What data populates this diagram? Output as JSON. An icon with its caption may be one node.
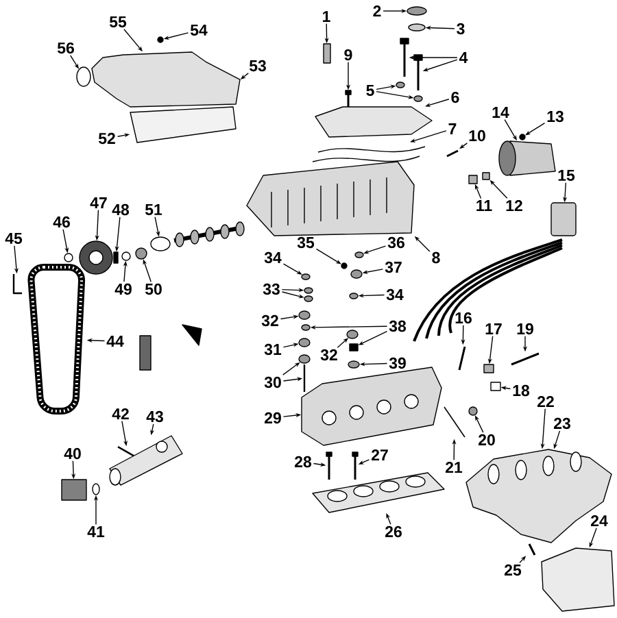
{
  "diagram": {
    "nodes": [
      {
        "text": [
          "1"
        ]
      },
      {
        "text": [
          "2"
        ]
      },
      {
        "text": [
          "3"
        ]
      },
      {
        "text": [
          "4"
        ]
      },
      {
        "text": [
          "5"
        ]
      },
      {
        "text": [
          "6"
        ]
      },
      {
        "text": [
          "7"
        ]
      },
      {
        "text": [
          "8"
        ]
      },
      {
        "text": [
          "9"
        ]
      },
      {
        "text": [
          "10"
        ]
      },
      {
        "text": [
          "11"
        ]
      },
      {
        "text": [
          "12"
        ]
      },
      {
        "text": [
          "13"
        ]
      },
      {
        "text": [
          "14"
        ]
      },
      {
        "text": [
          "15"
        ]
      },
      {
        "text": [
          "16"
        ]
      },
      {
        "text": [
          "17"
        ]
      },
      {
        "text": [
          "18"
        ]
      },
      {
        "text": [
          "19"
        ]
      },
      {
        "text": [
          "20"
        ]
      },
      {
        "text": [
          "21"
        ]
      },
      {
        "text": [
          "22"
        ]
      },
      {
        "text": [
          "23"
        ]
      },
      {
        "text": [
          "24"
        ]
      },
      {
        "text": [
          "25"
        ]
      },
      {
        "text": [
          "26"
        ]
      },
      {
        "text": [
          "27"
        ]
      },
      {
        "text": [
          "28"
        ]
      },
      {
        "text": [
          "29"
        ]
      },
      {
        "text": [
          "30"
        ]
      },
      {
        "text": [
          "31"
        ]
      },
      {
        "text": [
          "32"
        ]
      },
      {
        "text": [
          "33"
        ]
      },
      {
        "text": [
          "34"
        ]
      },
      {
        "text": [
          "35"
        ]
      },
      {
        "text": [
          "36"
        ]
      },
      {
        "text": [
          "37"
        ]
      },
      {
        "text": [
          "38"
        ]
      },
      {
        "text": [
          "39"
        ]
      },
      {
        "text": [
          "40"
        ]
      },
      {
        "text": [
          "41"
        ]
      },
      {
        "text": [
          "42"
        ]
      },
      {
        "text": [
          "43"
        ]
      },
      {
        "text": [
          "44"
        ]
      },
      {
        "text": [
          "45"
        ]
      },
      {
        "text": [
          "46"
        ]
      },
      {
        "text": [
          "47"
        ]
      },
      {
        "text": [
          "48"
        ]
      },
      {
        "text": [
          "49"
        ]
      },
      {
        "text": [
          "50"
        ]
      },
      {
        "text": [
          "51"
        ]
      },
      {
        "text": [
          "52"
        ]
      },
      {
        "text": [
          "53"
        ]
      },
      {
        "text": [
          "54"
        ]
      },
      {
        "text": [
          "55"
        ]
      },
      {
        "text": [
          "56"
        ]
      },
      {
        "text": [
          "32"
        ]
      },
      {
        "text": [
          "34"
        ]
      },
      {
        "text": [],
        "shape": "bar"
      },
      {
        "text": [],
        "shape": "circle"
      },
      {
        "text": [],
        "shape": "circle"
      },
      {
        "text": [],
        "shape": "bar"
      },
      {
        "text": [],
        "shape": "bar"
      },
      {
        "text": [],
        "shape": "circle"
      },
      {
        "text": [],
        "shape": "circle"
      },
      {
        "text": [],
        "shape": "box"
      },
      {
        "text": [],
        "shape": "box"
      },
      {
        "text": [],
        "shape": "box"
      },
      {
        "text": [],
        "shape": "bar"
      },
      {
        "text": [],
        "shape": "bar"
      },
      {
        "text": [],
        "shape": "box"
      },
      {
        "text": [],
        "shape": "box"
      },
      {
        "text": [],
        "shape": "circle"
      },
      {
        "text": [],
        "shape": "cylinder"
      },
      {
        "text": [],
        "shape": "box"
      },
      {
        "text": [],
        "shape": "bar"
      },
      {
        "text": [],
        "shape": "box"
      },
      {
        "text": [],
        "shape": "box"
      },
      {
        "text": [],
        "shape": "bar"
      },
      {
        "text": [],
        "shape": "circle"
      },
      {
        "text": [],
        "shape": "bar"
      },
      {
        "text": [],
        "shape": "box"
      },
      {
        "text": [],
        "shape": "box"
      },
      {
        "text": [],
        "shape": "bar"
      },
      {
        "text": [],
        "shape": "box"
      },
      {
        "text": [],
        "shape": "bar"
      },
      {
        "text": [],
        "shape": "bar"
      },
      {
        "text": [],
        "shape": "box"
      },
      {
        "text": [],
        "shape": "bar"
      },
      {
        "text": [],
        "shape": "circle"
      },
      {
        "text": [],
        "shape": "circle"
      },
      {
        "text": [],
        "shape": "circle"
      },
      {
        "text": [],
        "shape": "circle"
      },
      {
        "text": [],
        "shape": "circle"
      },
      {
        "text": [],
        "shape": "circle"
      },
      {
        "text": [],
        "shape": "circle"
      },
      {
        "text": [],
        "shape": "circle"
      },
      {
        "text": [],
        "shape": "circle"
      },
      {
        "text": [],
        "shape": "circle"
      },
      {
        "text": [],
        "shape": "box"
      },
      {
        "text": [],
        "shape": "circle"
      },
      {
        "text": [],
        "shape": "box"
      },
      {
        "text": [],
        "shape": "circle"
      },
      {
        "text": [],
        "shape": "bar"
      },
      {
        "text": [],
        "shape": "cylinder"
      },
      {
        "text": [],
        "shape": "box"
      },
      {
        "text": [],
        "shape": "bar"
      },
      {
        "text": [],
        "shape": "circle"
      },
      {
        "text": [],
        "shape": "circle"
      },
      {
        "text": [],
        "shape": "bar"
      },
      {
        "text": [],
        "shape": "circle"
      },
      {
        "text": [],
        "shape": "circle"
      },
      {
        "text": [],
        "shape": "circle"
      },
      {
        "text": [],
        "shape": "box"
      },
      {
        "text": [],
        "shape": "box"
      },
      {
        "text": [],
        "shape": "circle"
      },
      {
        "text": [],
        "shape": "circle"
      },
      {
        "text": [],
        "shape": "circle"
      },
      {
        "text": [],
        "shape": "circle"
      }
    ],
    "edges": [
      {
        "from": 0,
        "to": 58,
        "arrow": "to"
      },
      {
        "from": 1,
        "to": 59,
        "arrow": "to"
      },
      {
        "from": 2,
        "to": 60,
        "arrow": "to"
      },
      {
        "from": 3,
        "to": 61,
        "arrow": "to"
      },
      {
        "from": 3,
        "to": 62,
        "arrow": "to"
      },
      {
        "from": 4,
        "to": 63,
        "arrow": "to"
      },
      {
        "from": 4,
        "to": 64,
        "arrow": "to"
      },
      {
        "from": 5,
        "to": 65,
        "arrow": "to"
      },
      {
        "from": 6,
        "to": 66,
        "arrow": "to"
      },
      {
        "from": 7,
        "to": 67,
        "arrow": "to"
      },
      {
        "from": 8,
        "to": 68,
        "arrow": "to"
      },
      {
        "from": 9,
        "to": 69,
        "arrow": "to"
      },
      {
        "from": 10,
        "to": 70,
        "arrow": "to"
      },
      {
        "from": 11,
        "to": 71,
        "arrow": "to"
      },
      {
        "from": 12,
        "to": 72,
        "arrow": "to"
      },
      {
        "from": 13,
        "to": 73,
        "arrow": "to"
      },
      {
        "from": 14,
        "to": 74,
        "arrow": "to"
      },
      {
        "from": 15,
        "to": 75,
        "arrow": "to"
      },
      {
        "from": 16,
        "to": 76,
        "arrow": "to"
      },
      {
        "from": 17,
        "to": 77,
        "arrow": "to"
      },
      {
        "from": 18,
        "to": 78,
        "arrow": "to"
      },
      {
        "from": 19,
        "to": 79,
        "arrow": "to"
      },
      {
        "from": 20,
        "to": 80,
        "arrow": "to"
      },
      {
        "from": 21,
        "to": 81,
        "arrow": "to"
      },
      {
        "from": 22,
        "to": 81,
        "arrow": "to"
      },
      {
        "from": 23,
        "to": 82,
        "arrow": "to"
      },
      {
        "from": 24,
        "to": 83,
        "arrow": "to"
      },
      {
        "from": 25,
        "to": 84,
        "arrow": "to"
      },
      {
        "from": 26,
        "to": 85,
        "arrow": "to"
      },
      {
        "from": 27,
        "to": 86,
        "arrow": "to"
      },
      {
        "from": 28,
        "to": 87,
        "arrow": "to"
      },
      {
        "from": 29,
        "to": 88,
        "arrow": "to"
      },
      {
        "from": 29,
        "to": 89,
        "arrow": "to"
      },
      {
        "from": 30,
        "to": 90,
        "arrow": "to"
      },
      {
        "from": 31,
        "to": 91,
        "arrow": "to"
      },
      {
        "from": 32,
        "to": 92,
        "arrow": "to"
      },
      {
        "from": 32,
        "to": 93,
        "arrow": "to"
      },
      {
        "from": 33,
        "to": 94,
        "arrow": "to"
      },
      {
        "from": 34,
        "to": 95,
        "arrow": "to"
      },
      {
        "from": 35,
        "to": 96,
        "arrow": "to"
      },
      {
        "from": 36,
        "to": 97,
        "arrow": "to"
      },
      {
        "from": 37,
        "to": 98,
        "arrow": "to"
      },
      {
        "from": 37,
        "to": 99,
        "arrow": "to"
      },
      {
        "from": 38,
        "to": 100,
        "arrow": "to"
      },
      {
        "from": 39,
        "to": 101,
        "arrow": "to"
      },
      {
        "from": 40,
        "to": 102,
        "arrow": "to"
      },
      {
        "from": 41,
        "to": 103,
        "arrow": "to"
      },
      {
        "from": 42,
        "to": 104,
        "arrow": "to"
      },
      {
        "from": 43,
        "to": 105,
        "arrow": "to"
      },
      {
        "from": 44,
        "to": 106,
        "arrow": "to"
      },
      {
        "from": 45,
        "to": 107,
        "arrow": "to"
      },
      {
        "from": 46,
        "to": 108,
        "arrow": "to"
      },
      {
        "from": 47,
        "to": 109,
        "arrow": "to"
      },
      {
        "from": 48,
        "to": 110,
        "arrow": "to"
      },
      {
        "from": 49,
        "to": 111,
        "arrow": "to"
      },
      {
        "from": 50,
        "to": 112,
        "arrow": "to"
      },
      {
        "from": 51,
        "to": 113,
        "arrow": "to"
      },
      {
        "from": 52,
        "to": 114,
        "arrow": "to"
      },
      {
        "from": 53,
        "to": 115,
        "arrow": "to"
      },
      {
        "from": 54,
        "to": 114,
        "arrow": "to"
      },
      {
        "from": 55,
        "to": 116,
        "arrow": "to"
      },
      {
        "from": 56,
        "to": 117,
        "arrow": "to"
      },
      {
        "from": 57,
        "to": 118,
        "arrow": "to"
      }
    ]
  }
}
